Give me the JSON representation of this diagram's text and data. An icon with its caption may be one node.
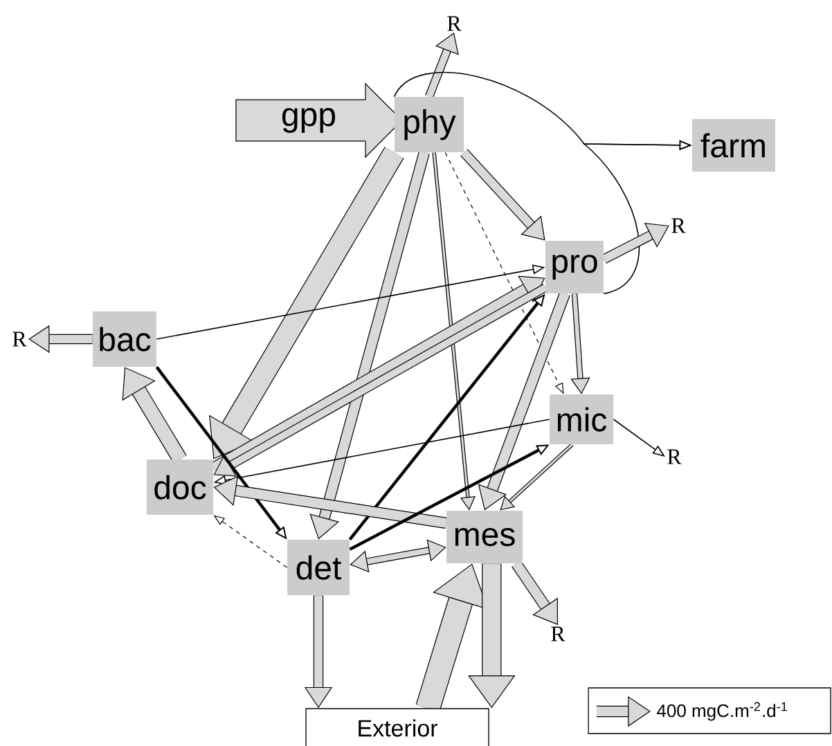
{
  "diagram": {
    "nodes": [
      {
        "text": [
          "gpp"
        ]
      },
      {
        "text": [
          "phy"
        ]
      },
      {
        "text": [
          "farm"
        ]
      },
      {
        "text": [
          "pro"
        ]
      },
      {
        "text": [
          "bac"
        ]
      },
      {
        "text": [
          "mic"
        ]
      },
      {
        "text": [
          "doc"
        ]
      },
      {
        "text": [
          "mes"
        ]
      },
      {
        "text": [
          "det"
        ]
      },
      {
        "text": [
          "Exterior"
        ]
      },
      {
        "text": [
          "R"
        ]
      },
      {
        "text": [
          "R"
        ]
      },
      {
        "text": [
          "R"
        ]
      },
      {
        "text": [
          "R"
        ]
      },
      {
        "text": [
          "R"
        ]
      }
    ],
    "edges": [
      {
        "from": 1,
        "to": 10,
        "arrow": "to"
      },
      {
        "from": 1,
        "to": 6,
        "arrow": "to",
        "style": "thick"
      },
      {
        "from": 1,
        "to": 8,
        "arrow": "to"
      },
      {
        "from": 1,
        "to": 7,
        "arrow": "to"
      },
      {
        "from": 1,
        "to": 5,
        "arrow": "to",
        "style": "dashed"
      },
      {
        "from": 1,
        "to": 3,
        "arrow": "to"
      },
      {
        "from": 1,
        "to": 2,
        "arrow": "to"
      },
      {
        "from": 3,
        "to": 2,
        "arrow": "to"
      },
      {
        "from": 3,
        "to": 11,
        "arrow": "to"
      },
      {
        "from": 4,
        "to": 3,
        "arrow": "to"
      },
      {
        "from": 4,
        "to": 12,
        "arrow": "to"
      },
      {
        "from": 6,
        "to": 3,
        "arrow": "to"
      },
      {
        "from": 3,
        "to": 6,
        "arrow": "to"
      },
      {
        "from": 3,
        "to": 5,
        "arrow": "to"
      },
      {
        "from": 3,
        "to": 7,
        "arrow": "to"
      },
      {
        "from": 8,
        "to": 3,
        "arrow": "to"
      },
      {
        "from": 4,
        "to": 8,
        "arrow": "to"
      },
      {
        "from": 6,
        "to": 4,
        "arrow": "to",
        "style": "thick"
      },
      {
        "from": 5,
        "to": 6,
        "arrow": "to"
      },
      {
        "from": 7,
        "to": 6,
        "arrow": "to"
      },
      {
        "from": 8,
        "to": 6,
        "arrow": "to",
        "style": "dashed"
      },
      {
        "from": 8,
        "to": 5,
        "arrow": "to"
      },
      {
        "from": 5,
        "to": 7,
        "arrow": "to"
      },
      {
        "from": 8,
        "to": 7,
        "arrow": "both"
      },
      {
        "from": 5,
        "to": 13,
        "arrow": "to"
      },
      {
        "from": 7,
        "to": 14,
        "arrow": "to"
      },
      {
        "from": 8,
        "to": 9,
        "arrow": "to"
      },
      {
        "from": 9,
        "to": 7,
        "arrow": "to",
        "style": "thick"
      },
      {
        "from": 7,
        "to": 9,
        "arrow": "to",
        "style": "thick"
      }
    ],
    "legend": [
      {
        "text": "400 mgC.m$^{-2}$.d$^{-1}$"
      }
    ]
  }
}
